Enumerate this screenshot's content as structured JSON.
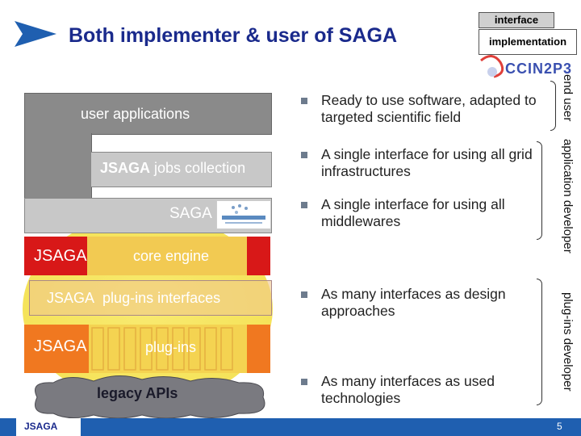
{
  "slide": {
    "title": "Both implementer & user of SAGA",
    "page_number": "5",
    "footer_logo_text": "JSAGA"
  },
  "legend": {
    "interface_label": "interface",
    "implementation_label": "implementation"
  },
  "logo": {
    "text": "CCIN2P3"
  },
  "stack": {
    "user_applications": "user applications",
    "jobs_collection_prefix": "JSAGA",
    "jobs_collection": "jobs collection",
    "saga": "SAGA",
    "core_prefix": "JSAGA",
    "core_engine": "core engine",
    "plugins_interfaces_prefix": "JSAGA",
    "plugins_interfaces": "plug-ins interfaces",
    "plugins_prefix": "JSAGA",
    "plugins": "plug-ins",
    "legacy_apis": "legacy APIs"
  },
  "bullets": [
    "Ready to use software, adapted to targeted scientific field",
    "A single interface for using all grid infrastructures",
    "A single interface for using all middlewares",
    "As many interfaces as design approaches",
    "As many interfaces as used technologies"
  ],
  "roles": {
    "end_user": "end user",
    "application_developer": "application developer",
    "plugins_developer": "plug-ins developer"
  },
  "colors": {
    "title": "#1a2a8c",
    "gray_dark": "#8a8a8a",
    "gray_light": "#c8c8c8",
    "core_red": "#d81818",
    "plugins_orange": "#f07820",
    "ellipse_yellow": "#f5e35a"
  }
}
